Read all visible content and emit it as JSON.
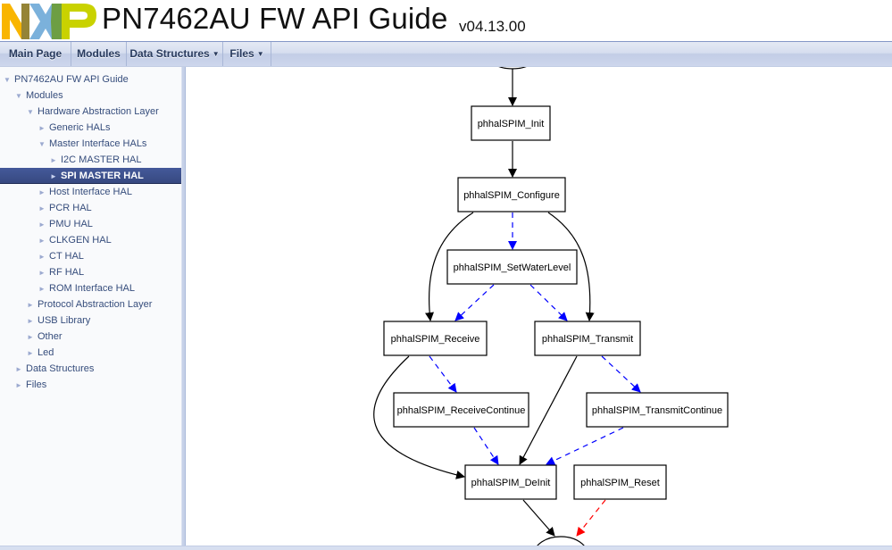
{
  "header": {
    "logo": "nxp-logo",
    "project_name": "PN7462AU FW API Guide",
    "project_number": "v04.13.00",
    "logo_colors": [
      "#f9b500",
      "#958437",
      "#7bb1db",
      "#6d9e43",
      "#c9d200"
    ]
  },
  "navbar": {
    "items": [
      {
        "label": "Main Page",
        "has_dropdown": false
      },
      {
        "label": "Modules",
        "has_dropdown": false
      },
      {
        "label": "Data Structures",
        "has_dropdown": true
      },
      {
        "label": "Files",
        "has_dropdown": true
      }
    ],
    "dropdown_icon": "caret-down-icon"
  },
  "sidebar": {
    "items": [
      {
        "label": "PN7462AU FW API Guide",
        "level": 0,
        "expanded": true,
        "selected": false
      },
      {
        "label": "Modules",
        "level": 1,
        "expanded": true,
        "selected": false
      },
      {
        "label": "Hardware Abstraction Layer",
        "level": 2,
        "expanded": true,
        "selected": false
      },
      {
        "label": "Generic HALs",
        "level": 3,
        "expanded": false,
        "selected": false
      },
      {
        "label": "Master Interface HALs",
        "level": 3,
        "expanded": true,
        "selected": false
      },
      {
        "label": "I2C MASTER HAL",
        "level": 4,
        "expanded": false,
        "selected": false
      },
      {
        "label": "SPI MASTER HAL",
        "level": 4,
        "expanded": false,
        "selected": true
      },
      {
        "label": "Host Interface HAL",
        "level": 3,
        "expanded": false,
        "selected": false
      },
      {
        "label": "PCR HAL",
        "level": 3,
        "expanded": false,
        "selected": false
      },
      {
        "label": "PMU HAL",
        "level": 3,
        "expanded": false,
        "selected": false
      },
      {
        "label": "CLKGEN HAL",
        "level": 3,
        "expanded": false,
        "selected": false
      },
      {
        "label": "CT HAL",
        "level": 3,
        "expanded": false,
        "selected": false
      },
      {
        "label": "RF HAL",
        "level": 3,
        "expanded": false,
        "selected": false
      },
      {
        "label": "ROM Interface HAL",
        "level": 3,
        "expanded": false,
        "selected": false
      },
      {
        "label": "Protocol Abstraction Layer",
        "level": 2,
        "expanded": false,
        "selected": false
      },
      {
        "label": "USB Library",
        "level": 2,
        "expanded": false,
        "selected": false
      },
      {
        "label": "Other",
        "level": 2,
        "expanded": false,
        "selected": false
      },
      {
        "label": "Led",
        "level": 2,
        "expanded": false,
        "selected": false
      },
      {
        "label": "Data Structures",
        "level": 1,
        "expanded": false,
        "selected": false
      },
      {
        "label": "Files",
        "level": 1,
        "expanded": false,
        "selected": false
      }
    ],
    "expanded_icon": "▼",
    "collapsed_icon": "►",
    "selected_color": "#3d5089"
  },
  "diagram": {
    "nodes": [
      {
        "id": "init",
        "label": "phhalSPIM_Init"
      },
      {
        "id": "configure",
        "label": "phhalSPIM_Configure"
      },
      {
        "id": "setwaterlevel",
        "label": "phhalSPIM_SetWaterLevel"
      },
      {
        "id": "receive",
        "label": "phhalSPIM_Receive"
      },
      {
        "id": "transmit",
        "label": "phhalSPIM_Transmit"
      },
      {
        "id": "receivecontinue",
        "label": "phhalSPIM_ReceiveContinue"
      },
      {
        "id": "transmitcontinue",
        "label": "phhalSPIM_TransmitContinue"
      },
      {
        "id": "deinit",
        "label": "phhalSPIM_DeInit"
      },
      {
        "id": "reset",
        "label": "phhalSPIM_Reset"
      }
    ],
    "edges": [
      {
        "from": "start",
        "to": "init",
        "style": "solid",
        "color": "#000000"
      },
      {
        "from": "init",
        "to": "configure",
        "style": "solid",
        "color": "#000000"
      },
      {
        "from": "configure",
        "to": "setwaterlevel",
        "style": "dashed",
        "color": "#0000ff"
      },
      {
        "from": "configure",
        "to": "receive",
        "style": "solid",
        "color": "#000000"
      },
      {
        "from": "configure",
        "to": "transmit",
        "style": "solid",
        "color": "#000000"
      },
      {
        "from": "setwaterlevel",
        "to": "receive",
        "style": "dashed",
        "color": "#0000ff"
      },
      {
        "from": "setwaterlevel",
        "to": "transmit",
        "style": "dashed",
        "color": "#0000ff"
      },
      {
        "from": "receive",
        "to": "receivecontinue",
        "style": "dashed",
        "color": "#0000ff"
      },
      {
        "from": "receive",
        "to": "deinit",
        "style": "solid",
        "color": "#000000"
      },
      {
        "from": "transmit",
        "to": "transmitcontinue",
        "style": "dashed",
        "color": "#0000ff"
      },
      {
        "from": "transmit",
        "to": "deinit",
        "style": "solid",
        "color": "#000000"
      },
      {
        "from": "receivecontinue",
        "to": "deinit",
        "style": "dashed",
        "color": "#0000ff"
      },
      {
        "from": "transmitcontinue",
        "to": "deinit",
        "style": "dashed",
        "color": "#0000ff"
      },
      {
        "from": "deinit",
        "to": "end",
        "style": "solid",
        "color": "#000000"
      },
      {
        "from": "reset",
        "to": "end",
        "style": "dashed",
        "color": "#ff0000"
      }
    ]
  }
}
